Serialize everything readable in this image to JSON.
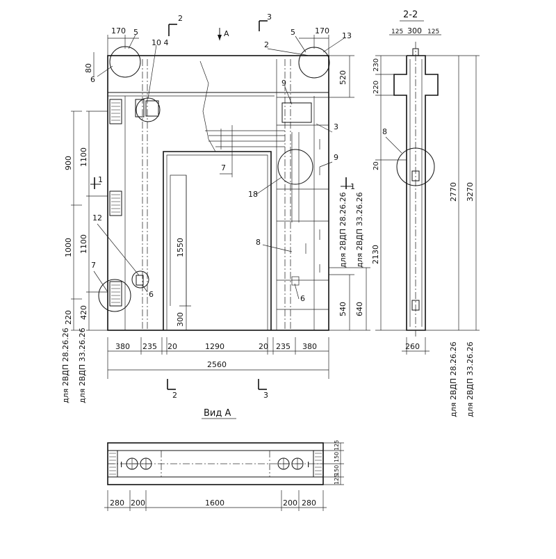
{
  "section_2_title": "2-2",
  "view_title": "Вид А",
  "arrow_A": "А",
  "cut_labels": {
    "two": "2",
    "three": "3",
    "one": "1"
  },
  "front_dims_bottom": [
    "380",
    "235",
    "20",
    "1290",
    "20",
    "235",
    "380"
  ],
  "front_total": "2560",
  "front_top_dims": [
    "170",
    "170"
  ],
  "front_left_dims": {
    "inner": [
      "1100",
      "1100",
      "420"
    ],
    "outer": [
      "900",
      "1000",
      "220"
    ],
    "corner": [
      "80"
    ],
    "door_height": "1550",
    "door_sill": "300"
  },
  "front_right_dims": [
    "520",
    "540",
    "640"
  ],
  "front_right_notes": [
    "для 2ВДП 28.26.26",
    "для 2ВДП 33.26.26"
  ],
  "front_left_notes": [
    "для 2ВДП 28.26.26",
    "для 2ВДП 33.26.26"
  ],
  "callouts": [
    "5",
    "4",
    "2",
    "5",
    "13",
    "6",
    "9",
    "3",
    "9",
    "7",
    "18",
    "8",
    "1",
    "12",
    "6",
    "7",
    "6",
    "8"
  ],
  "callout_10_4": "10 4",
  "section_dims_top": [
    "125",
    "300",
    "125"
  ],
  "section_dims_left": [
    "230",
    "220",
    "20",
    "2130"
  ],
  "section_dims_right": [
    "2770",
    "3270"
  ],
  "section_bottom": "260",
  "section_notes": [
    "для 2ВДП 28.26.26",
    "для 2ВДП 33.26.26"
  ],
  "section_callout": "8",
  "plan_dims_bottom": [
    "280",
    "200",
    "1600",
    "200",
    "280"
  ],
  "plan_dims_right": [
    "125",
    "150",
    "150",
    "125"
  ],
  "plan_marks": [
    "I",
    "I"
  ]
}
